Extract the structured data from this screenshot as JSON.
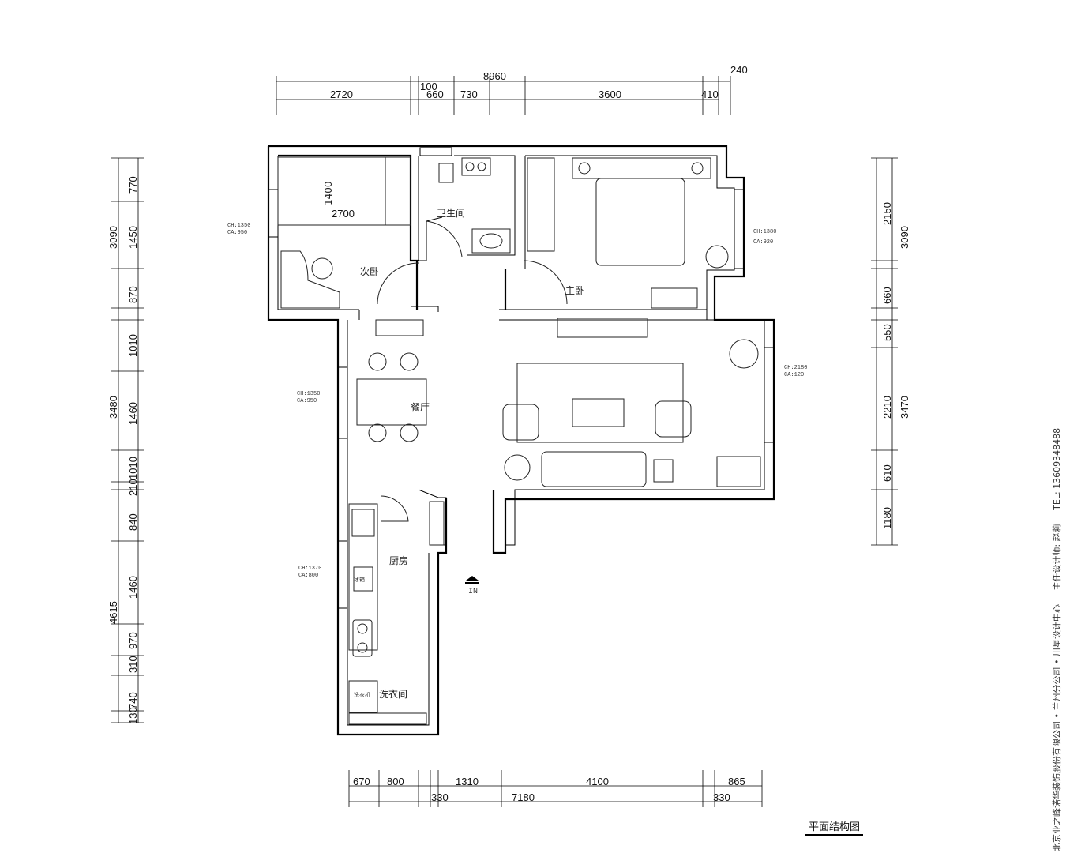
{
  "title": "平面结构图",
  "company": {
    "name": "北京业之峰诺华装饰股份有限公司 • 兰州分公司 • 川星设计中心",
    "designer": "主任设计师: 赵莉",
    "tel": "TEL: 13609348488"
  },
  "rooms": {
    "second_bedroom": "次卧",
    "bathroom": "卫生间",
    "master_bedroom": "主卧",
    "dining": "餐厅",
    "kitchen": "厨房",
    "laundry": "洗衣间",
    "fridge": "冰箱",
    "washer": "洗衣机",
    "entrance": "IN"
  },
  "furniture_dims": {
    "bed_length": "1400",
    "bed_width": "2700"
  },
  "windows": {
    "w1": [
      "CH:1350",
      "CA:950"
    ],
    "w2": [
      "CH:1380",
      "CA:920"
    ],
    "w3": [
      "CH:2180",
      "CA:120"
    ],
    "w4": [
      "CH:1350",
      "CA:950"
    ],
    "w5": [
      "CH:1370",
      "CA:800"
    ]
  },
  "dimensions": {
    "top_total": "8960",
    "top_extra": "240",
    "top": [
      "2720",
      "100",
      "660",
      "730",
      "3600",
      "410"
    ],
    "left_totals": [
      "3090",
      "3480",
      "4615"
    ],
    "left": [
      "770",
      "1450",
      "870",
      "1010",
      "1460",
      "1010",
      "210",
      "840",
      "1460",
      "970",
      "310",
      "740",
      "130"
    ],
    "right_totals": [
      "3090",
      "3470"
    ],
    "right": [
      "2150",
      "660",
      "550",
      "2210",
      "610",
      "1180"
    ],
    "bottom": [
      "670",
      "800",
      "1310",
      "4100",
      "865"
    ],
    "bottom_total": [
      "330",
      "7180",
      "330"
    ]
  }
}
